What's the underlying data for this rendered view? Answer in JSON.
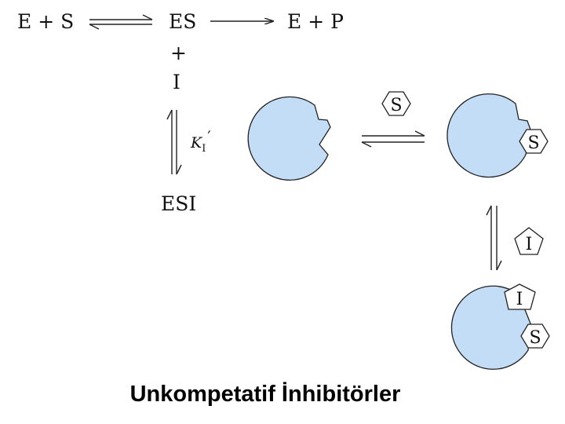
{
  "scheme": {
    "reactants": "E + S",
    "complex": "ES",
    "products": "E + P",
    "plus": "+",
    "inhibitor": "I",
    "constant_symbol": "K",
    "constant_subscript": "I",
    "constant_prime": "′",
    "ternary_complex": "ESI"
  },
  "illustration": {
    "substrate_label": "S",
    "inhibitor_label": "I",
    "enzyme_color": "#c4ddf6",
    "outline_color": "#222222"
  },
  "title": "Unkompetatif İnhibitörler"
}
